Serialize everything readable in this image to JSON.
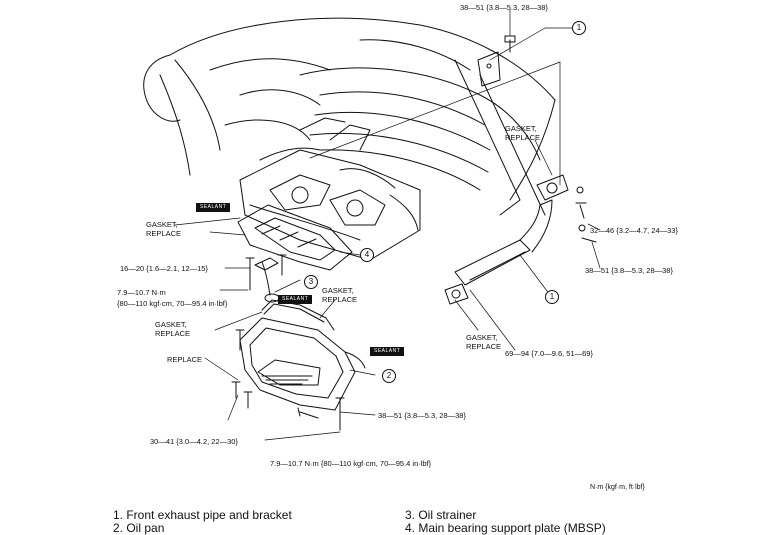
{
  "torque_top": "38—51 {3.8—5.3, 28—38}",
  "gasket_replace_1": "GASKET,\nREPLACE",
  "gasket_replace_2": "GASKET,\nREPLACE",
  "gasket_replace_3": "GASKET,\nREPLACE",
  "gasket_replace_4": "GASKET,\nREPLACE",
  "gasket_replace_5": "GASKET,\nREPLACE",
  "replace_label": "REPLACE",
  "torque_16_20": "16—20 {1.6—2.1, 12—15}",
  "torque_79_107_a_line1": "7.9—10.7 N·m",
  "torque_79_107_a_line2": "{80—110 kgf·cm, 70—95.4 in·lbf}",
  "torque_32_46": "32—46 {3.2—4.7, 24—33}",
  "torque_38_51_right": "38—51 {3.8—5.3, 28—38}",
  "torque_69_94": "69—94 {7.0—9.6, 51—69}",
  "torque_38_51_bottom": "38—51 {3.8—5.3, 28—38}",
  "torque_30_41": "30—41 {3.0—4.2, 22—30}",
  "torque_79_107_b": "7.9—10.7 N·m {80—110 kgf·cm, 70—95.4 in·lbf}",
  "units_note": "N·m {kgf·m, ft·lbf}",
  "sealant": "SEALANT",
  "callouts": {
    "c1a": "1",
    "c1b": "1",
    "c2": "2",
    "c3": "3",
    "c4": "4"
  },
  "legend": {
    "item1": "1. Front exhaust pipe and bracket",
    "item2": "2. Oil pan",
    "item3": "3. Oil strainer",
    "item4": "4. Main bearing support plate (MBSP)"
  }
}
